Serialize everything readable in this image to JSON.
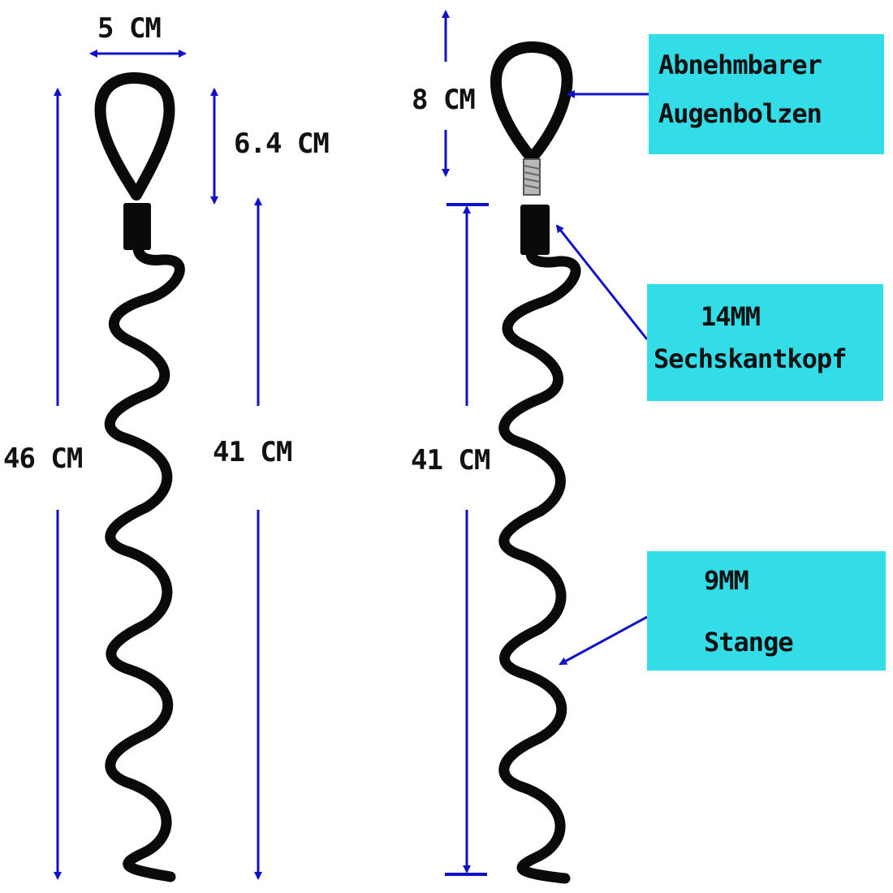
{
  "left_product": {
    "width_label": "5 CM",
    "eye_height_label": "6.4 CM",
    "total_length_label": "46 CM",
    "spiral_length_label": "41 CM"
  },
  "right_product": {
    "eye_bolt_height_label": "8 CM",
    "spiral_length_label": "41 CM"
  },
  "callouts": {
    "eye_bolt": {
      "line1": "Abnehmbarer",
      "line2": "Augenbolzen"
    },
    "hex_head": {
      "line1": "14MM",
      "line2": "Sechskantkopf"
    },
    "rod": {
      "line1": "9MM",
      "line2": "Stange"
    }
  },
  "colors": {
    "dimension_arrow": "#1010c8",
    "callout_background": "#33dde8",
    "product": "#0a0a0a"
  }
}
